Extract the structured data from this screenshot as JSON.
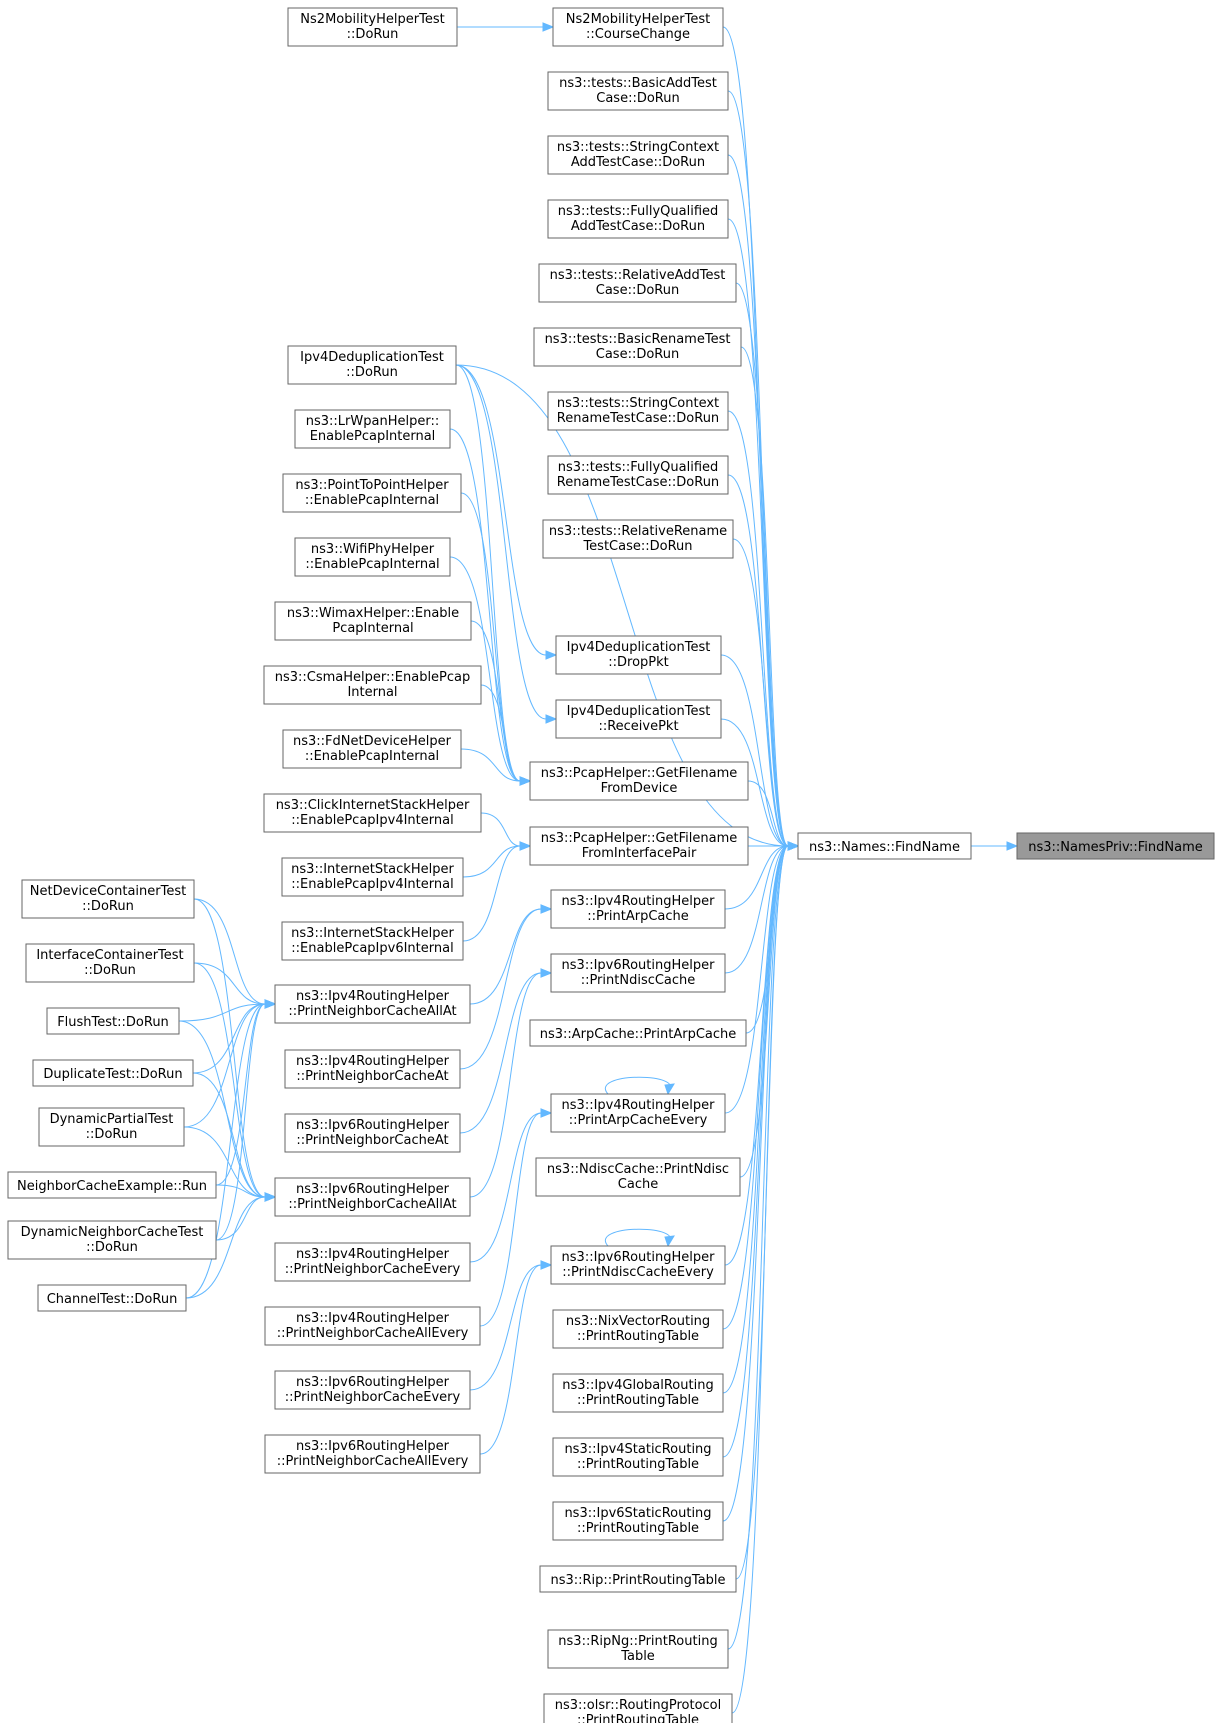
{
  "diagram": {
    "colors": {
      "edge": "#63b8ff",
      "node_border": "#666666",
      "target_fill": "#999999",
      "text": "#000000"
    },
    "nodes": {
      "target": {
        "lines": [
          "ns3::NamesPriv::FindName"
        ]
      },
      "findname": {
        "lines": [
          "ns3::Names::FindName"
        ]
      },
      "ns2course": {
        "lines": [
          "Ns2MobilityHelperTest",
          "::CourseChange"
        ]
      },
      "ns2dorun": {
        "lines": [
          "Ns2MobilityHelperTest",
          "::DoRun"
        ]
      },
      "basicadd": {
        "lines": [
          "ns3::tests::BasicAddTest",
          "Case::DoRun"
        ]
      },
      "strctxadd": {
        "lines": [
          "ns3::tests::StringContext",
          "AddTestCase::DoRun"
        ]
      },
      "fqadd": {
        "lines": [
          "ns3::tests::FullyQualified",
          "AddTestCase::DoRun"
        ]
      },
      "reladd": {
        "lines": [
          "ns3::tests::RelativeAddTest",
          "Case::DoRun"
        ]
      },
      "basicren": {
        "lines": [
          "ns3::tests::BasicRenameTest",
          "Case::DoRun"
        ]
      },
      "strctxren": {
        "lines": [
          "ns3::tests::StringContext",
          "RenameTestCase::DoRun"
        ]
      },
      "fqren": {
        "lines": [
          "ns3::tests::FullyQualified",
          "RenameTestCase::DoRun"
        ]
      },
      "relren": {
        "lines": [
          "ns3::tests::RelativeRename",
          "TestCase::DoRun"
        ]
      },
      "dropkt": {
        "lines": [
          "Ipv4DeduplicationTest",
          "::DropPkt"
        ]
      },
      "recvpkt": {
        "lines": [
          "Ipv4DeduplicationTest",
          "::ReceivePkt"
        ]
      },
      "pcapdev": {
        "lines": [
          "ns3::PcapHelper::GetFilename",
          "FromDevice"
        ]
      },
      "pcapif": {
        "lines": [
          "ns3::PcapHelper::GetFilename",
          "FromInterfacePair"
        ]
      },
      "v4arp": {
        "lines": [
          "ns3::Ipv4RoutingHelper",
          "::PrintArpCache"
        ]
      },
      "v6ndisc": {
        "lines": [
          "ns3::Ipv6RoutingHelper",
          "::PrintNdiscCache"
        ]
      },
      "arpcache": {
        "lines": [
          "ns3::ArpCache::PrintArpCache"
        ]
      },
      "v4arpevery": {
        "lines": [
          "ns3::Ipv4RoutingHelper",
          "::PrintArpCacheEvery"
        ]
      },
      "ndisccache": {
        "lines": [
          "ns3::NdiscCache::PrintNdisc",
          "Cache"
        ]
      },
      "v6ndiscevery": {
        "lines": [
          "ns3::Ipv6RoutingHelper",
          "::PrintNdiscCacheEvery"
        ]
      },
      "nixrt": {
        "lines": [
          "ns3::NixVectorRouting",
          "::PrintRoutingTable"
        ]
      },
      "v4globrt": {
        "lines": [
          "ns3::Ipv4GlobalRouting",
          "::PrintRoutingTable"
        ]
      },
      "v4statrt": {
        "lines": [
          "ns3::Ipv4StaticRouting",
          "::PrintRoutingTable"
        ]
      },
      "v6statrt": {
        "lines": [
          "ns3::Ipv6StaticRouting",
          "::PrintRoutingTable"
        ]
      },
      "riprt": {
        "lines": [
          "ns3::Rip::PrintRoutingTable"
        ]
      },
      "ripngrt": {
        "lines": [
          "ns3::RipNg::PrintRouting",
          "Table"
        ]
      },
      "olsrrt": {
        "lines": [
          "ns3::olsr::RoutingProtocol",
          "::PrintRoutingTable"
        ]
      },
      "dedupdorun": {
        "lines": [
          "Ipv4DeduplicationTest",
          "::DoRun"
        ]
      },
      "lrwpan": {
        "lines": [
          "ns3::LrWpanHelper::",
          "EnablePcapInternal"
        ]
      },
      "p2p": {
        "lines": [
          "ns3::PointToPointHelper",
          "::EnablePcapInternal"
        ]
      },
      "wifiphy": {
        "lines": [
          "ns3::WifiPhyHelper",
          "::EnablePcapInternal"
        ]
      },
      "wimax": {
        "lines": [
          "ns3::WimaxHelper::Enable",
          "PcapInternal"
        ]
      },
      "csma": {
        "lines": [
          "ns3::CsmaHelper::EnablePcap",
          "Internal"
        ]
      },
      "fdnet": {
        "lines": [
          "ns3::FdNetDeviceHelper",
          "::EnablePcapInternal"
        ]
      },
      "click": {
        "lines": [
          "ns3::ClickInternetStackHelper",
          "::EnablePcapIpv4Internal"
        ]
      },
      "inetv4": {
        "lines": [
          "ns3::InternetStackHelper",
          "::EnablePcapIpv4Internal"
        ]
      },
      "inetv6": {
        "lines": [
          "ns3::InternetStackHelper",
          "::EnablePcapIpv6Internal"
        ]
      },
      "v4ncallat": {
        "lines": [
          "ns3::Ipv4RoutingHelper",
          "::PrintNeighborCacheAllAt"
        ]
      },
      "v4ncat": {
        "lines": [
          "ns3::Ipv4RoutingHelper",
          "::PrintNeighborCacheAt"
        ]
      },
      "v6ncat": {
        "lines": [
          "ns3::Ipv6RoutingHelper",
          "::PrintNeighborCacheAt"
        ]
      },
      "v6ncallat": {
        "lines": [
          "ns3::Ipv6RoutingHelper",
          "::PrintNeighborCacheAllAt"
        ]
      },
      "v4ncevery": {
        "lines": [
          "ns3::Ipv4RoutingHelper",
          "::PrintNeighborCacheEvery"
        ]
      },
      "v4ncallevery": {
        "lines": [
          "ns3::Ipv4RoutingHelper",
          "::PrintNeighborCacheAllEvery"
        ]
      },
      "v6ncevery": {
        "lines": [
          "ns3::Ipv6RoutingHelper",
          "::PrintNeighborCacheEvery"
        ]
      },
      "v6ncallevery": {
        "lines": [
          "ns3::Ipv6RoutingHelper",
          "::PrintNeighborCacheAllEvery"
        ]
      },
      "ndctest": {
        "lines": [
          "NetDeviceContainerTest",
          "::DoRun"
        ]
      },
      "ifctest": {
        "lines": [
          "InterfaceContainerTest",
          "::DoRun"
        ]
      },
      "flush": {
        "lines": [
          "FlushTest::DoRun"
        ]
      },
      "dup": {
        "lines": [
          "DuplicateTest::DoRun"
        ]
      },
      "dynpart": {
        "lines": [
          "DynamicPartialTest",
          "::DoRun"
        ]
      },
      "nbrex": {
        "lines": [
          "NeighborCacheExample::Run"
        ]
      },
      "dynnbr": {
        "lines": [
          "DynamicNeighborCacheTest",
          "::DoRun"
        ]
      },
      "chan": {
        "lines": [
          "ChannelTest::DoRun"
        ]
      }
    },
    "edges": [
      [
        "findname",
        "target"
      ],
      [
        "ns2course",
        "findname"
      ],
      [
        "basicadd",
        "findname"
      ],
      [
        "strctxadd",
        "findname"
      ],
      [
        "fqadd",
        "findname"
      ],
      [
        "reladd",
        "findname"
      ],
      [
        "basicren",
        "findname"
      ],
      [
        "strctxren",
        "findname"
      ],
      [
        "fqren",
        "findname"
      ],
      [
        "relren",
        "findname"
      ],
      [
        "dedupdorun",
        "findname"
      ],
      [
        "dropkt",
        "findname"
      ],
      [
        "recvpkt",
        "findname"
      ],
      [
        "pcapdev",
        "findname"
      ],
      [
        "pcapif",
        "findname"
      ],
      [
        "v4arp",
        "findname"
      ],
      [
        "v6ndisc",
        "findname"
      ],
      [
        "arpcache",
        "findname"
      ],
      [
        "v4arpevery",
        "findname"
      ],
      [
        "ndisccache",
        "findname"
      ],
      [
        "v6ndiscevery",
        "findname"
      ],
      [
        "nixrt",
        "findname"
      ],
      [
        "v4globrt",
        "findname"
      ],
      [
        "v4statrt",
        "findname"
      ],
      [
        "v6statrt",
        "findname"
      ],
      [
        "riprt",
        "findname"
      ],
      [
        "ripngrt",
        "findname"
      ],
      [
        "olsrrt",
        "findname"
      ],
      [
        "ns2dorun",
        "ns2course"
      ],
      [
        "dedupdorun",
        "dropkt"
      ],
      [
        "dedupdorun",
        "recvpkt"
      ],
      [
        "dedupdorun",
        "pcapdev"
      ],
      [
        "lrwpan",
        "pcapdev"
      ],
      [
        "p2p",
        "pcapdev"
      ],
      [
        "wifiphy",
        "pcapdev"
      ],
      [
        "wimax",
        "pcapdev"
      ],
      [
        "csma",
        "pcapdev"
      ],
      [
        "fdnet",
        "pcapdev"
      ],
      [
        "click",
        "pcapif"
      ],
      [
        "inetv4",
        "pcapif"
      ],
      [
        "inetv6",
        "pcapif"
      ],
      [
        "v4ncallat",
        "v4arp"
      ],
      [
        "v4ncat",
        "v4arp"
      ],
      [
        "v6ncat",
        "v6ndisc"
      ],
      [
        "v6ncallat",
        "v6ndisc"
      ],
      [
        "v4ncevery",
        "v4arpevery"
      ],
      [
        "v4ncallevery",
        "v4arpevery"
      ],
      [
        "v4arpevery",
        "v4arpevery"
      ],
      [
        "v6ncevery",
        "v6ndiscevery"
      ],
      [
        "v6ncallevery",
        "v6ndiscevery"
      ],
      [
        "v6ndiscevery",
        "v6ndiscevery"
      ],
      [
        "ndctest",
        "v4ncallat"
      ],
      [
        "ifctest",
        "v4ncallat"
      ],
      [
        "flush",
        "v4ncallat"
      ],
      [
        "dup",
        "v4ncallat"
      ],
      [
        "dynpart",
        "v4ncallat"
      ],
      [
        "nbrex",
        "v4ncallat"
      ],
      [
        "dynnbr",
        "v4ncallat"
      ],
      [
        "chan",
        "v4ncallat"
      ],
      [
        "ndctest",
        "v6ncallat"
      ],
      [
        "ifctest",
        "v6ncallat"
      ],
      [
        "flush",
        "v6ncallat"
      ],
      [
        "dup",
        "v6ncallat"
      ],
      [
        "dynpart",
        "v6ncallat"
      ],
      [
        "nbrex",
        "v6ncallat"
      ],
      [
        "dynnbr",
        "v6ncallat"
      ],
      [
        "chan",
        "v6ncallat"
      ]
    ]
  }
}
